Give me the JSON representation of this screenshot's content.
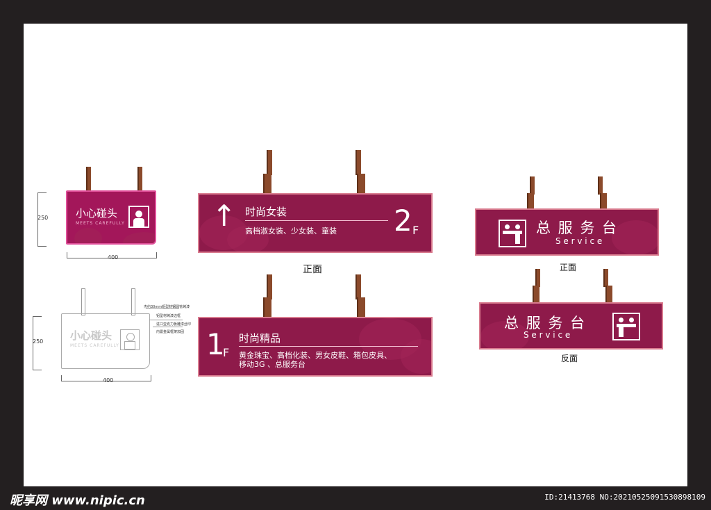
{
  "small_sign": {
    "title": "小心碰头",
    "subtitle": "MEETS CAREFULLY",
    "height_label": "250",
    "width_label": "400"
  },
  "outline_sign": {
    "title": "小心碰头",
    "subtitle": "MEETS CAREFULLY",
    "height_label": "250",
    "width_label": "400",
    "notes": [
      "杰约30mm铝型材钢圆管烤漆",
      "铝型材烤漆边框",
      "进口亚克力板雕漆丝印",
      "内置金属框架加固"
    ]
  },
  "floor2_sign": {
    "title": "时尚女装",
    "items": "高档淑女装、少女装、童装",
    "floor_num": "2",
    "floor_unit": "F",
    "arrow": "up-arrow-icon",
    "caption": "正面"
  },
  "floor1_sign": {
    "title": "时尚精品",
    "items_line1": "黄金珠宝、高档化装、男女皮鞋、箱包皮具、",
    "items_line2": "移动3G 、总服务台",
    "floor_num": "1",
    "floor_unit": "F"
  },
  "service_front": {
    "title": "总 服 务 台",
    "subtitle": "S e r v i c e",
    "caption": "正面"
  },
  "service_back": {
    "title": "总 服 务 台",
    "subtitle": "S e r v i c e",
    "caption": "反面"
  },
  "footer": {
    "logo": "昵享网 www.nipic.cn",
    "id_text": "ID:21413768 NO:20210525091530898109"
  },
  "colors": {
    "sign_fill": "#8e1a4a",
    "sign_border": "#d97b8e",
    "post": "#8b4a2b",
    "background": "#231f20"
  }
}
